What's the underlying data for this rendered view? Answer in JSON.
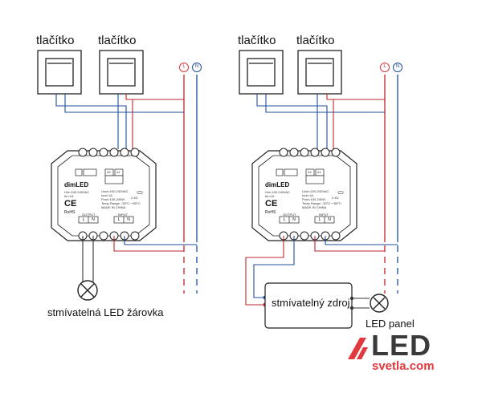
{
  "colors": {
    "line_blue": "#1f4e9c",
    "line_red": "#c0272d",
    "line_dark": "#333333",
    "rail_red": "#d9373d",
    "logo_red": "#e03a3e",
    "logo_dark": "#3a3a3a"
  },
  "left_diagram": {
    "button1_label": "tlačítko",
    "button2_label": "tlačítko",
    "rail_L": "L",
    "rail_N": "N",
    "load_caption": "stmívatelná LED žárovka",
    "module": {
      "brand": "dimLED",
      "spec_left": "Uin=100-240VAC\nIin=1A",
      "spec_right": "Uout=100-240VAC\nIout=1A\nPout=100-240W\nTemp Range: -30°C~+55°C\nMADE IN CHINA",
      "freq": "2.4G",
      "label_a2": "A2",
      "label_a1": "A1",
      "output_label": "OUTPUT",
      "input_label": "INPUT",
      "out_L": "L",
      "out_N": "N",
      "in_L": "L",
      "in_N": "N",
      "ce": "CE",
      "rohs": "RoHS"
    }
  },
  "right_diagram": {
    "button1_label": "tlačítko",
    "button2_label": "tlačítko",
    "rail_L": "L",
    "rail_N": "N",
    "driver_caption": "stmívatelný zdroj",
    "panel_caption": "LED panel",
    "module": {
      "brand": "dimLED",
      "spec_left": "Uin=100-240VAC\nIin=1A",
      "spec_right": "Uout=100-240VAC\nIout=1A\nPout=100-240W\nTemp Range: -30°C~+55°C\nMADE IN CHINA",
      "freq": "2.4G",
      "label_a2": "A2",
      "label_a1": "A1",
      "output_label": "OUTPUT",
      "input_label": "INPUT",
      "out_L": "L",
      "out_N": "N",
      "in_L": "L",
      "in_N": "N",
      "ce": "CE",
      "rohs": "RoHS"
    }
  },
  "logo": {
    "main": "LED",
    "sub": "svetla.com"
  }
}
